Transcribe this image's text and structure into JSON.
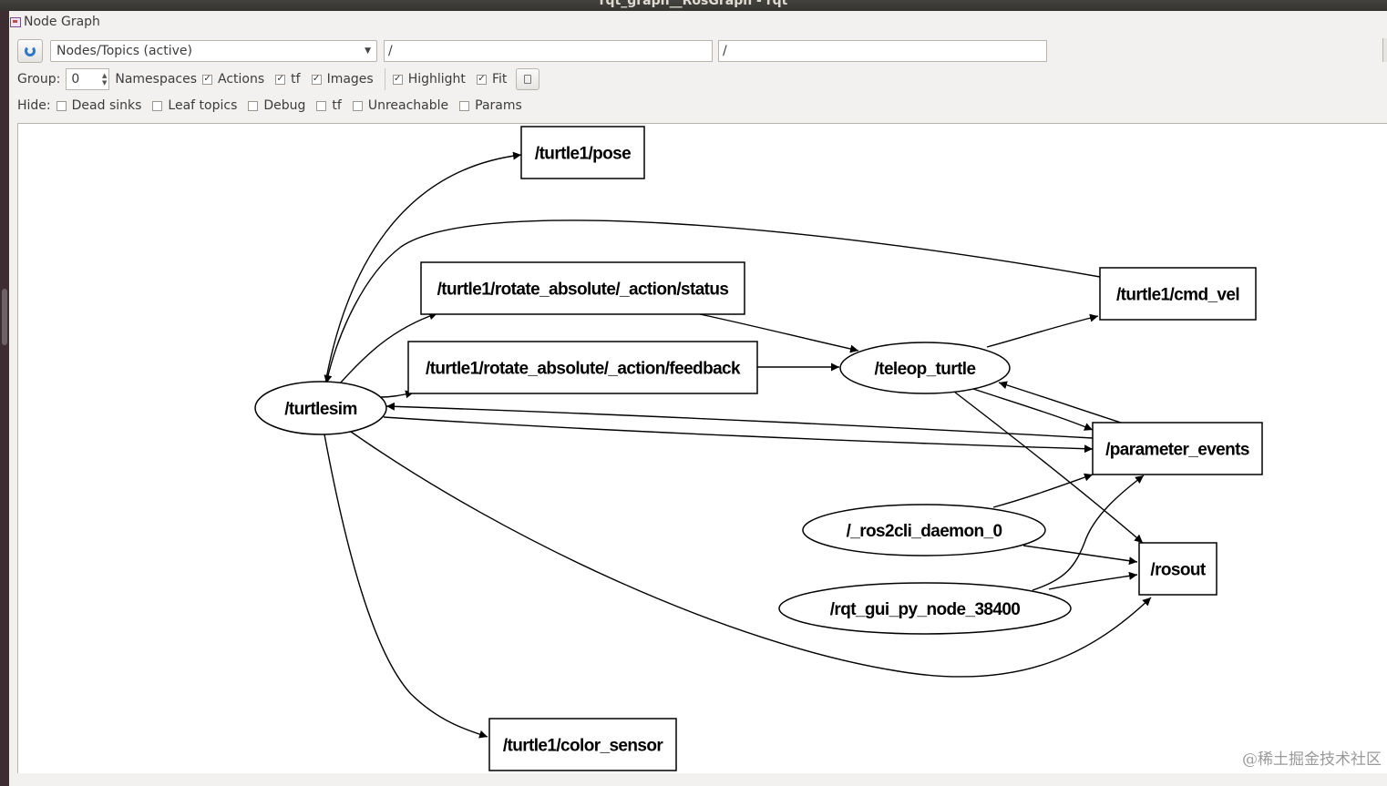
{
  "window": {
    "title": "rqt_graph__RosGraph - rqt"
  },
  "dock": {
    "title": "Node Graph"
  },
  "toolbar": {
    "mode_selected": "Nodes/Topics (active)",
    "node_filter_value": "/",
    "topic_filter_value": "/"
  },
  "options": {
    "group_label": "Group:",
    "group_value": "0",
    "namespaces_label": "Namespaces",
    "namespaces_checked": true,
    "actions_label": "Actions",
    "actions_checked": true,
    "tf_label": "tf",
    "tf_checked": true,
    "images_label": "Images",
    "images_checked": true,
    "highlight_label": "Highlight",
    "highlight_checked": true,
    "fit_label": "Fit",
    "fit_checked": true
  },
  "hide": {
    "label": "Hide:",
    "dead_sinks": "Dead sinks",
    "dead_sinks_checked": false,
    "leaf_topics": "Leaf topics",
    "leaf_topics_checked": false,
    "debug": "Debug",
    "debug_checked": false,
    "tf": "tf",
    "tf_checked": false,
    "unreachable": "Unreachable",
    "unreachable_checked": false,
    "params": "Params",
    "params_checked": false
  },
  "graph": {
    "nodes": [
      {
        "id": "turtlesim",
        "label": "/turtlesim",
        "shape": "ellipse"
      },
      {
        "id": "teleop",
        "label": "/teleop_turtle",
        "shape": "ellipse"
      },
      {
        "id": "ros2cli",
        "label": "/_ros2cli_daemon_0",
        "shape": "ellipse"
      },
      {
        "id": "rqtgui",
        "label": "/rqt_gui_py_node_38400",
        "shape": "ellipse"
      }
    ],
    "topics": [
      {
        "id": "pose",
        "label": "/turtle1/pose",
        "shape": "box"
      },
      {
        "id": "status",
        "label": "/turtle1/rotate_absolute/_action/status",
        "shape": "box"
      },
      {
        "id": "feedback",
        "label": "/turtle1/rotate_absolute/_action/feedback",
        "shape": "box"
      },
      {
        "id": "cmdvel",
        "label": "/turtle1/cmd_vel",
        "shape": "box"
      },
      {
        "id": "params",
        "label": "/parameter_events",
        "shape": "box"
      },
      {
        "id": "rosout",
        "label": "/rosout",
        "shape": "box"
      },
      {
        "id": "color",
        "label": "/turtle1/color_sensor",
        "shape": "box"
      }
    ],
    "edges": [
      {
        "from": "turtlesim",
        "to": "pose"
      },
      {
        "from": "cmdvel",
        "to": "turtlesim"
      },
      {
        "from": "turtlesim",
        "to": "status"
      },
      {
        "from": "turtlesim",
        "to": "feedback"
      },
      {
        "from": "status",
        "to": "teleop"
      },
      {
        "from": "feedback",
        "to": "teleop"
      },
      {
        "from": "teleop",
        "to": "cmdvel"
      },
      {
        "from": "teleop",
        "to": "params"
      },
      {
        "from": "params",
        "to": "teleop"
      },
      {
        "from": "teleop",
        "to": "rosout"
      },
      {
        "from": "params",
        "to": "turtlesim"
      },
      {
        "from": "turtlesim",
        "to": "params"
      },
      {
        "from": "ros2cli",
        "to": "params"
      },
      {
        "from": "ros2cli",
        "to": "rosout"
      },
      {
        "from": "rqtgui",
        "to": "params"
      },
      {
        "from": "rqtgui",
        "to": "rosout"
      },
      {
        "from": "turtlesim",
        "to": "rosout"
      },
      {
        "from": "turtlesim",
        "to": "color"
      }
    ]
  },
  "watermark": "@稀土掘金技术社区"
}
